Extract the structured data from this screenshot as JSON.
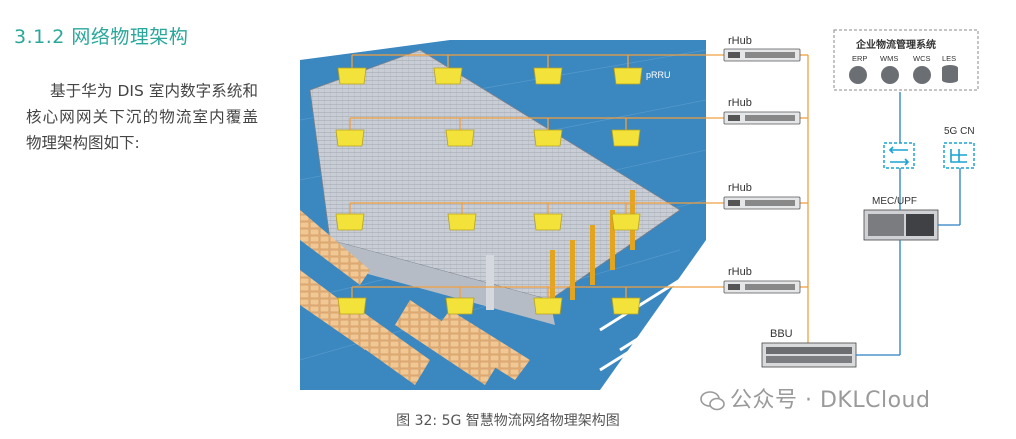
{
  "section": {
    "number_title": "3.1.2 网络物理架构"
  },
  "paragraph": {
    "text": "基于华为 DIS 室内数字系统和核心网网关下沉的物流室内覆盖物理架构图如下:"
  },
  "diagram": {
    "rhub_labels": [
      "rHub",
      "rHub",
      "rHub",
      "rHub"
    ],
    "prru_label": "pRRU",
    "bbu_label": "BBU",
    "mec_label": "MEC/UPF",
    "cn_label": "5G CN",
    "mgmt_title": "企业物流管理系统",
    "mgmt_items": [
      "ERP",
      "WMS",
      "WCS",
      "LES"
    ],
    "colors": {
      "link_orange": "#f0a040",
      "link_blue": "#2a7fc4",
      "switch_cyan": "#1aa3d4",
      "floor_blue": "#3b87c0"
    }
  },
  "caption": "图 32: 5G 智慧物流网络物理架构图",
  "watermark": "公众号 · DKLCloud"
}
